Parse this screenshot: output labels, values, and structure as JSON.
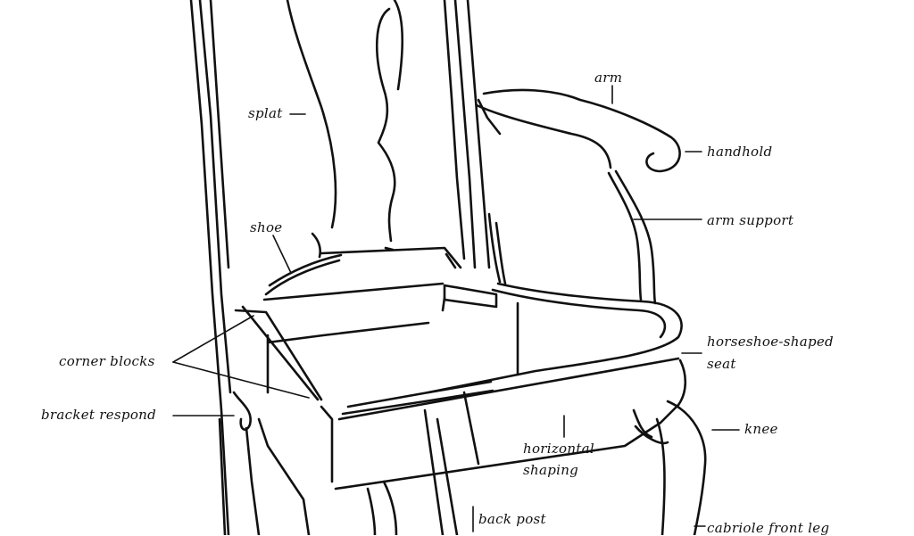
{
  "labels": {
    "arm": "arm",
    "splat": "splat",
    "handhold": "handhold",
    "shoe": "shoe",
    "arm_support": "arm support",
    "horseshoe_line1": "horseshoe-shaped",
    "horseshoe_line2": "seat",
    "corner_blocks": "corner blocks",
    "bracket_respond": "bracket respond",
    "knee": "knee",
    "horizontal_line1": "horizontal",
    "horizontal_line2": "shaping",
    "back_post": "back post",
    "cabriole_front_leg": "cabriole front leg"
  },
  "colors": {
    "ink": "#111111",
    "paper": "#ffffff"
  }
}
